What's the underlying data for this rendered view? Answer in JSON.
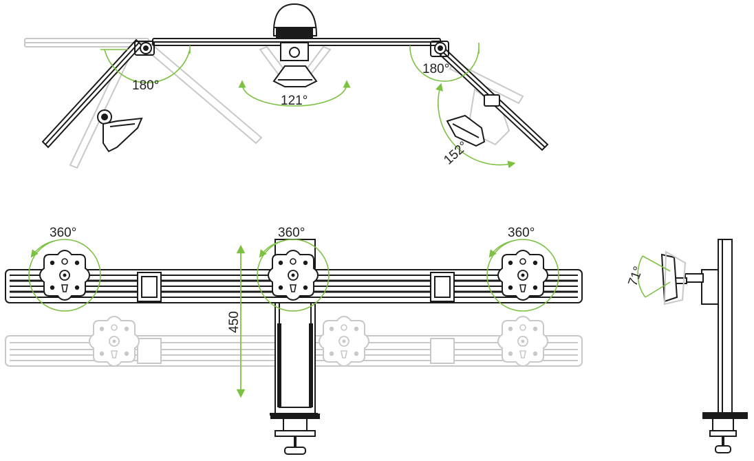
{
  "colors": {
    "accent": "#7dc142",
    "line": "#1a1a1a",
    "ghost": "#c8c8c8",
    "background": "#ffffff"
  },
  "top_view": {
    "left_angle": "180°",
    "center_angle": "121°",
    "right_angle_outer": "180°",
    "right_angle_inner": "152°"
  },
  "front_view": {
    "left_rotation": "360°",
    "center_rotation": "360°",
    "right_rotation": "360°",
    "height_adjust": "450"
  },
  "side_view": {
    "tilt_angle": "71°"
  }
}
